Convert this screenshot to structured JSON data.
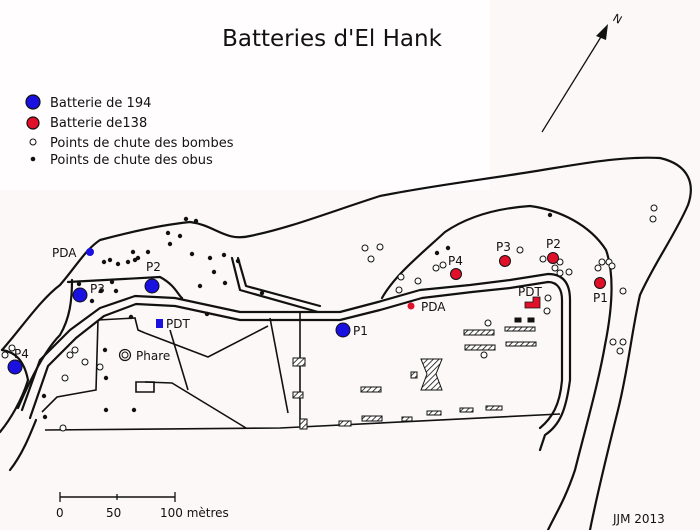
{
  "title": "Batteries d'El Hank",
  "north_label": "N",
  "legend": {
    "battery_194": "Batterie de 194",
    "battery_138": "Batterie de138",
    "bomb_impacts": "Points de chute des bombes",
    "shell_impacts": "Points de chute des obus"
  },
  "colors": {
    "battery_194": "#1a10e0",
    "battery_138": "#e0102a"
  },
  "blue_labels": {
    "pda": "PDA",
    "p3": "P3",
    "p2": "P2",
    "p4": "P4",
    "p1": "P1",
    "pdt": "PDT"
  },
  "red_labels": {
    "p4": "P4",
    "p3": "P3",
    "p2": "P2",
    "p1": "P1",
    "pda": "PDA",
    "pdt": "PDT"
  },
  "landmark": "Phare",
  "scale": {
    "t0": "0",
    "t50": "50",
    "t100": "100 mètres"
  },
  "credit": "JJM 2013"
}
